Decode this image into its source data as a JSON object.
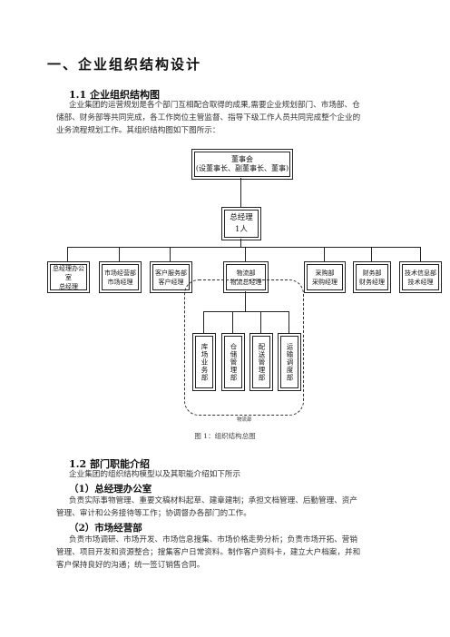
{
  "section_title": "一、企业组织结构设计",
  "s1": {
    "heading": "1.1 企业组织结构图",
    "para_lines": [
      "企业集团的运营规划是各个部门互相配合取得的成果,需要企业规划部门、市场部、仓",
      "储部、财务部等共同完成，各工作岗位主管监督、指导下级工作人员共同完成整个企业的",
      "业务流程规划工作。其组织结构图如下图所示："
    ]
  },
  "org": {
    "board": [
      "董事会",
      "(设董事长、副董事长、董事)"
    ],
    "gm": [
      "总经理",
      "1人"
    ],
    "depts": [
      [
        "总经理办公室",
        "总经理"
      ],
      [
        "市场经营部",
        "市场经理"
      ],
      [
        "客户服务部",
        "客户经理"
      ],
      [
        "物流部",
        "物流总经理"
      ],
      [
        "采购部",
        "采购经理"
      ],
      [
        "财务部",
        "财务经理"
      ],
      [
        "技术信息部",
        "技术经理"
      ]
    ],
    "subunits": [
      "库场业务部",
      "仓储管理部",
      "配送管理部",
      "运输调度部"
    ],
    "dashed_label": "物流部"
  },
  "figure_caption": "图 1：组织结构总图",
  "s2": {
    "heading": "1.2 部门职能介绍",
    "intro": "企业集团的组织结构模型以及其职能介绍如下所示",
    "sub1": {
      "heading": "（1）总经理办公室",
      "lines": [
        "负责实际事物管理、重要文稿材料起草、建章建制；承担文档管理、后勤管理、资产",
        "管理、审计和公务接待等工作；协调督办各部门的工作。"
      ]
    },
    "sub2": {
      "heading": "（2）市场经营部",
      "lines": [
        "负责市场调研、市场开发、市场信息搜集、市场价格走势分析；负责市场开拓、营销",
        "管理、项目开发和资源整合；搜集客户日常资料。制作客户资料卡，建立大户档案，并和",
        "客户保持良好的沟通；统一签订销售合同。"
      ]
    }
  }
}
